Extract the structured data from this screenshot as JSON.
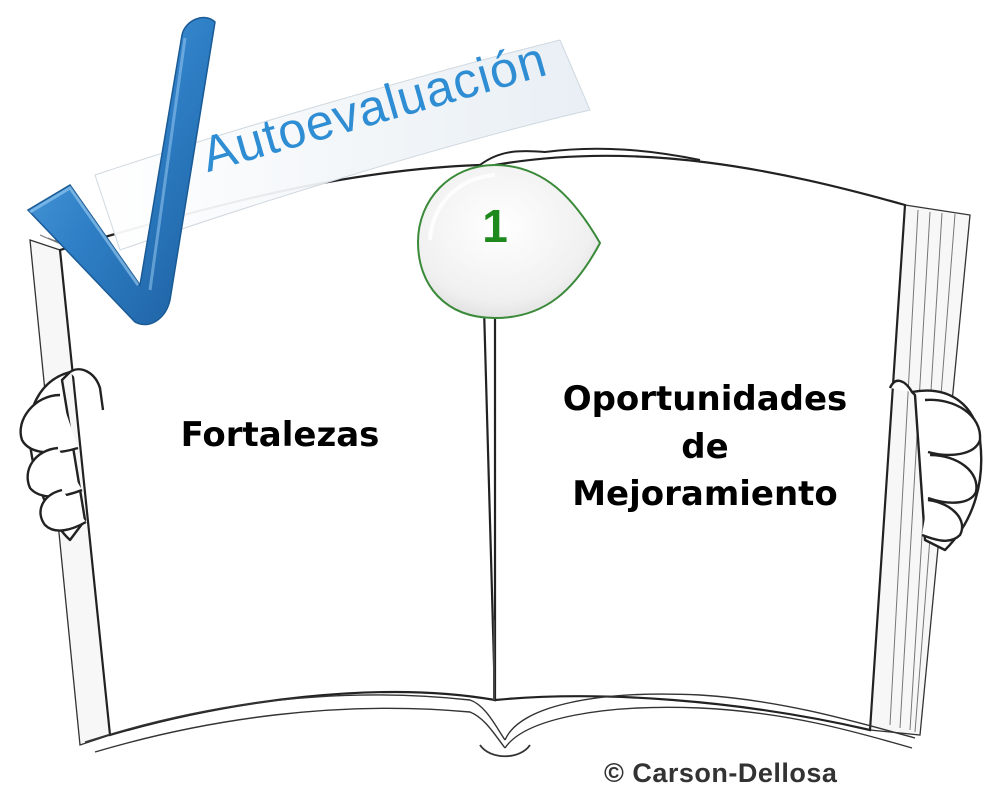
{
  "banner": {
    "title": "Autoevaluación"
  },
  "badge": {
    "number": "1"
  },
  "book": {
    "left_page_label": "Fortalezas",
    "right_page_lines": [
      "Oportunidades",
      "de",
      "Mejoramiento"
    ]
  },
  "copyright": "© Carson-Dellosa",
  "colors": {
    "checkmark": "#2f7fc6",
    "banner_text": "#2f8dd3",
    "badge_number": "#1e8a1e",
    "badge_border": "#3a8a3a"
  },
  "icons": [
    "checkmark-icon",
    "open-book-illustration",
    "left-hand-icon",
    "right-hand-icon",
    "number-badge-icon"
  ]
}
